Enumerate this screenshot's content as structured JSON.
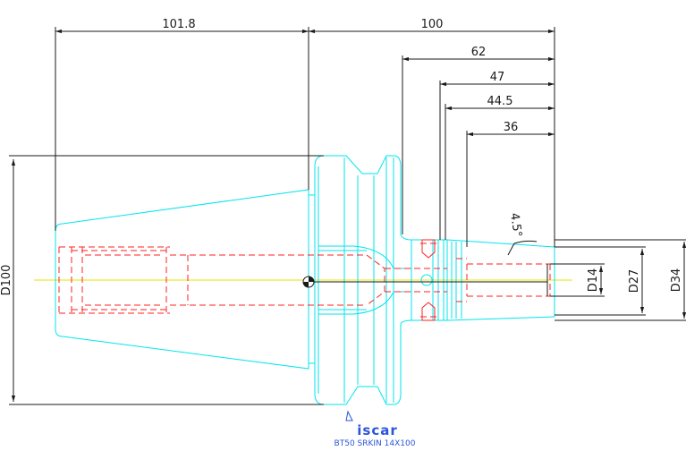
{
  "dimensions": {
    "overall_left": "101.8",
    "overall_right": "100",
    "len_62": "62",
    "len_47": "47",
    "len_44_5": "44.5",
    "len_36": "36",
    "angle": "4.5°",
    "dia_body": "D100",
    "dia_14": "D14",
    "dia_27": "D27",
    "dia_34": "D34"
  },
  "logo": {
    "text": "iscar"
  },
  "caption": {
    "text": "BT50 SRKIN 14X100"
  },
  "colors": {
    "outline": "#00e5ee",
    "hidden": "#ff2020",
    "centerline": "#e6e600",
    "dimension": "#1a1a1a",
    "brand": "#2b56d8"
  }
}
